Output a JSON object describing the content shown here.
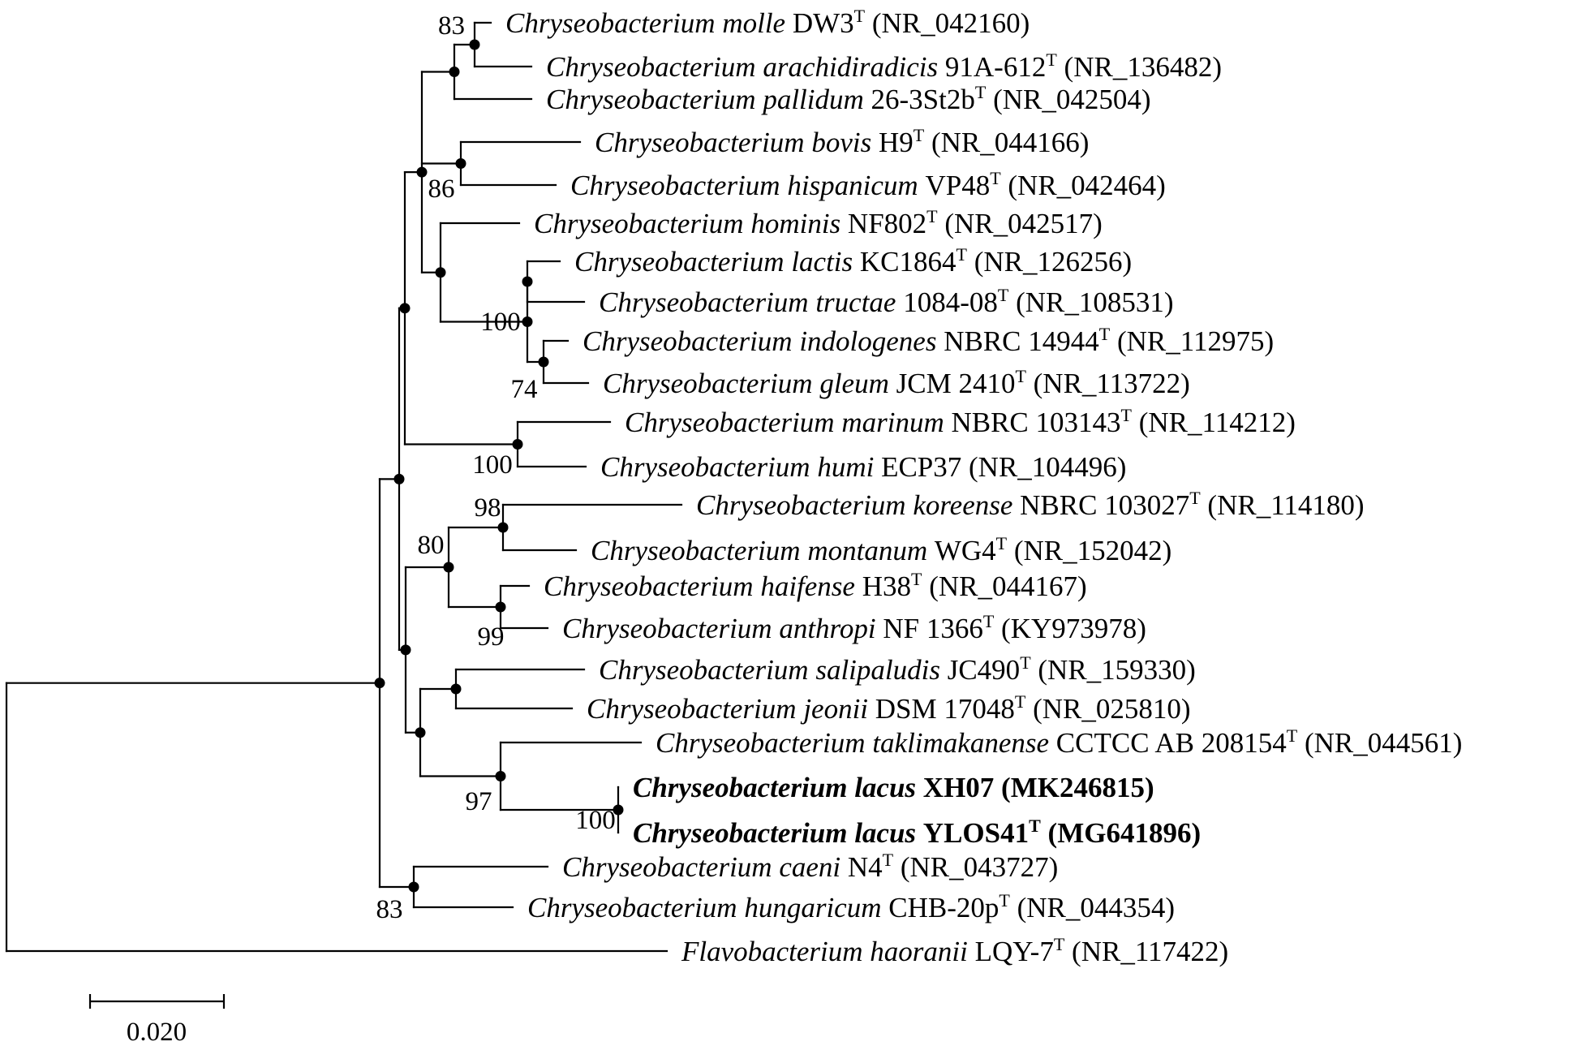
{
  "tree": {
    "taxa": [
      {
        "id": "t1",
        "species": "Chryseobacterium molle",
        "strain": "DW3",
        "type_strain": true,
        "accession": "(NR_042160)",
        "bold": false
      },
      {
        "id": "t2",
        "species": "Chryseobacterium arachidiradicis",
        "strain": "91A-612",
        "type_strain": true,
        "accession": "(NR_136482)",
        "bold": false
      },
      {
        "id": "t3",
        "species": "Chryseobacterium pallidum",
        "strain": "26-3St2b",
        "type_strain": true,
        "accession": "(NR_042504)",
        "bold": false
      },
      {
        "id": "t4",
        "species": "Chryseobacterium bovis",
        "strain": "H9",
        "type_strain": true,
        "accession": "(NR_044166)",
        "bold": false
      },
      {
        "id": "t5",
        "species": "Chryseobacterium hispanicum",
        "strain": "VP48",
        "type_strain": true,
        "accession": "(NR_042464)",
        "bold": false
      },
      {
        "id": "t6",
        "species": "Chryseobacterium hominis",
        "strain": "NF802",
        "type_strain": true,
        "accession": "(NR_042517)",
        "bold": false
      },
      {
        "id": "t7",
        "species": "Chryseobacterium lactis",
        "strain": "KC1864",
        "type_strain": true,
        "accession": "(NR_126256)",
        "bold": false
      },
      {
        "id": "t8",
        "species": "Chryseobacterium tructae",
        "strain": "1084-08",
        "type_strain": true,
        "accession": "(NR_108531)",
        "bold": false
      },
      {
        "id": "t9",
        "species": "Chryseobacterium indologenes",
        "strain": "NBRC 14944",
        "type_strain": true,
        "accession": "(NR_112975)",
        "bold": false
      },
      {
        "id": "t10",
        "species": "Chryseobacterium gleum",
        "strain": "JCM 2410",
        "type_strain": true,
        "accession": "(NR_113722)",
        "bold": false
      },
      {
        "id": "t11",
        "species": "Chryseobacterium marinum",
        "strain": "NBRC 103143",
        "type_strain": true,
        "accession": "(NR_114212)",
        "bold": false
      },
      {
        "id": "t12",
        "species": "Chryseobacterium humi",
        "strain": "ECP37",
        "type_strain": false,
        "accession": "(NR_104496)",
        "bold": false
      },
      {
        "id": "t13",
        "species": "Chryseobacterium koreense",
        "strain": "NBRC 103027",
        "type_strain": true,
        "accession": "(NR_114180)",
        "bold": false
      },
      {
        "id": "t14",
        "species": "Chryseobacterium montanum",
        "strain": "WG4",
        "type_strain": true,
        "accession": "(NR_152042)",
        "bold": false
      },
      {
        "id": "t15",
        "species": "Chryseobacterium haifense",
        "strain": "H38",
        "type_strain": true,
        "accession": "(NR_044167)",
        "bold": false
      },
      {
        "id": "t16",
        "species": "Chryseobacterium anthropi",
        "strain": "NF 1366",
        "type_strain": true,
        "accession": "(KY973978)",
        "bold": false
      },
      {
        "id": "t17",
        "species": "Chryseobacterium salipaludis",
        "strain": "JC490",
        "type_strain": true,
        "accession": "(NR_159330)",
        "bold": false
      },
      {
        "id": "t18",
        "species": "Chryseobacterium jeonii",
        "strain": "DSM 17048",
        "type_strain": true,
        "accession": "(NR_025810)",
        "bold": false
      },
      {
        "id": "t19",
        "species": "Chryseobacterium taklimakanense",
        "strain": "CCTCC AB 208154",
        "type_strain": true,
        "accession": "(NR_044561)",
        "bold": false
      },
      {
        "id": "t20",
        "species": "Chryseobacterium lacus",
        "strain": "XH07",
        "type_strain": false,
        "accession": "(MK246815)",
        "bold": true
      },
      {
        "id": "t21",
        "species": "Chryseobacterium lacus",
        "strain": "YLOS41",
        "type_strain": true,
        "accession": "(MG641896)",
        "bold": true
      },
      {
        "id": "t22",
        "species": "Chryseobacterium caeni",
        "strain": "N4",
        "type_strain": true,
        "accession": "(NR_043727)",
        "bold": false
      },
      {
        "id": "t23",
        "species": "Chryseobacterium hungaricum",
        "strain": "CHB-20p",
        "type_strain": true,
        "accession": "(NR_044354)",
        "bold": false
      },
      {
        "id": "t24",
        "species": "Flavobacterium haoranii",
        "strain": "LQY-7",
        "type_strain": true,
        "accession": "(NR_117422)",
        "bold": false
      }
    ],
    "type_marker": "T",
    "bootstrap": [
      {
        "id": "b_molle",
        "value": "83"
      },
      {
        "id": "b_bovis",
        "value": "86"
      },
      {
        "id": "b_lactis",
        "value": "100"
      },
      {
        "id": "b_indol",
        "value": "74"
      },
      {
        "id": "b_marinum",
        "value": "100"
      },
      {
        "id": "b_koreense",
        "value": "98"
      },
      {
        "id": "b_grp",
        "value": "80"
      },
      {
        "id": "b_haifense",
        "value": "99"
      },
      {
        "id": "b_takli",
        "value": "97"
      },
      {
        "id": "b_lacus",
        "value": "100"
      },
      {
        "id": "b_caeni",
        "value": "83"
      }
    ],
    "scale_label": "0.020"
  }
}
